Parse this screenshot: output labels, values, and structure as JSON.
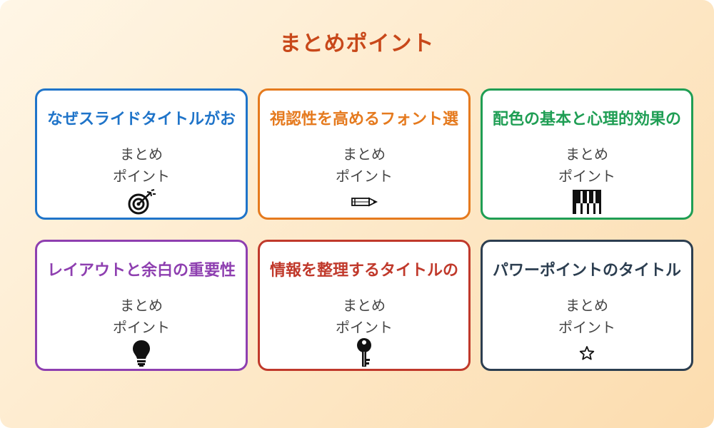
{
  "slide": {
    "title": "まとめポイント",
    "title_color": "#c8481a"
  },
  "cards": [
    {
      "heading": "なぜスライドタイトルがお",
      "body_line1": "まとめ",
      "body_line2": "ポイント",
      "icon": "target-icon",
      "color": "#1f74c9"
    },
    {
      "heading": "視認性を高めるフォント選",
      "body_line1": "まとめ",
      "body_line2": "ポイント",
      "icon": "pencil-icon",
      "color": "#e57a1e"
    },
    {
      "heading": "配色の基本と心理的効果の",
      "body_line1": "まとめ",
      "body_line2": "ポイント",
      "icon": "piano-icon",
      "color": "#1f9e54"
    },
    {
      "heading": "レイアウトと余白の重要性",
      "body_line1": "まとめ",
      "body_line2": "ポイント",
      "icon": "lightbulb-icon",
      "color": "#8e3fb0"
    },
    {
      "heading": "情報を整理するタイトルの",
      "body_line1": "まとめ",
      "body_line2": "ポイント",
      "icon": "key-icon",
      "color": "#c0392b"
    },
    {
      "heading": "パワーポイントのタイトル",
      "body_line1": "まとめ",
      "body_line2": "ポイント",
      "icon": "star-icon",
      "color": "#2c3e50"
    }
  ]
}
